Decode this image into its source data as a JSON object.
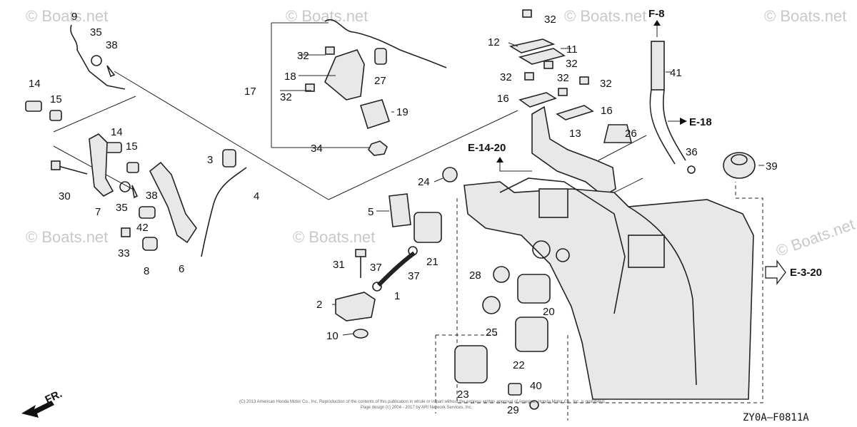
{
  "diagram": {
    "callouts": [
      {
        "id": "c9",
        "text": "9"
      },
      {
        "id": "c35a",
        "text": "35"
      },
      {
        "id": "c38a",
        "text": "38"
      },
      {
        "id": "c14a",
        "text": "14"
      },
      {
        "id": "c15a",
        "text": "15"
      },
      {
        "id": "c14b",
        "text": "14"
      },
      {
        "id": "c15b",
        "text": "15"
      },
      {
        "id": "c30",
        "text": "30"
      },
      {
        "id": "c7",
        "text": "7"
      },
      {
        "id": "c35b",
        "text": "35"
      },
      {
        "id": "c38b",
        "text": "38"
      },
      {
        "id": "c42",
        "text": "42"
      },
      {
        "id": "c33",
        "text": "33"
      },
      {
        "id": "c8",
        "text": "8"
      },
      {
        "id": "c6",
        "text": "6"
      },
      {
        "id": "c3",
        "text": "3"
      },
      {
        "id": "c4",
        "text": "4"
      },
      {
        "id": "c17",
        "text": "17"
      },
      {
        "id": "c32a",
        "text": "32"
      },
      {
        "id": "c18",
        "text": "18"
      },
      {
        "id": "c32b",
        "text": "32"
      },
      {
        "id": "c27",
        "text": "27"
      },
      {
        "id": "c19",
        "text": "19"
      },
      {
        "id": "c34",
        "text": "34"
      },
      {
        "id": "c32c",
        "text": "32"
      },
      {
        "id": "c12",
        "text": "12"
      },
      {
        "id": "c11",
        "text": "11"
      },
      {
        "id": "c32d",
        "text": "32"
      },
      {
        "id": "c32e",
        "text": "32"
      },
      {
        "id": "c32f",
        "text": "32"
      },
      {
        "id": "c32g",
        "text": "32"
      },
      {
        "id": "c16a",
        "text": "16"
      },
      {
        "id": "c16b",
        "text": "16"
      },
      {
        "id": "c26",
        "text": "26"
      },
      {
        "id": "c13",
        "text": "13"
      },
      {
        "id": "c41",
        "text": "41"
      },
      {
        "id": "c36",
        "text": "36"
      },
      {
        "id": "c39",
        "text": "39"
      },
      {
        "id": "c24",
        "text": "24"
      },
      {
        "id": "c5",
        "text": "5"
      },
      {
        "id": "c21",
        "text": "21"
      },
      {
        "id": "c31",
        "text": "31"
      },
      {
        "id": "c37a",
        "text": "37"
      },
      {
        "id": "c37b",
        "text": "37"
      },
      {
        "id": "c1",
        "text": "1"
      },
      {
        "id": "c2",
        "text": "2"
      },
      {
        "id": "c10",
        "text": "10"
      },
      {
        "id": "c28",
        "text": "28"
      },
      {
        "id": "c20",
        "text": "20"
      },
      {
        "id": "c25",
        "text": "25"
      },
      {
        "id": "c22",
        "text": "22"
      },
      {
        "id": "c23",
        "text": "23"
      },
      {
        "id": "c40",
        "text": "40"
      },
      {
        "id": "c29",
        "text": "29"
      }
    ],
    "references": {
      "f8": "F-8",
      "e18": "E-18",
      "e1420": "E-14-20",
      "e320": "E-3-20"
    },
    "direction_label": "FR.",
    "figure_code": "ZY0A—F0811A",
    "watermark": "© Boats.net",
    "copyright": "(C) 2013 American Honda Motor Co., Inc. Reproduction of the contents of this publication in whole or in part without the express written approval of American Honda Motor Co., Inc. is prohibited.",
    "page_design": "Page design (c) 2004 - 2017 by ARI Network Services, Inc."
  }
}
